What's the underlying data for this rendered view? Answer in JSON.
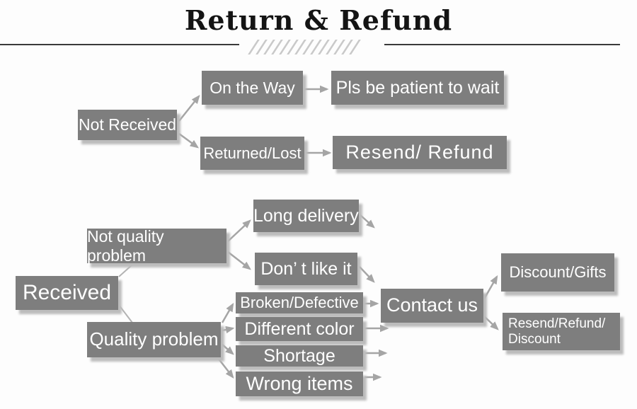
{
  "header": {
    "title": "Return & Refund"
  },
  "colors": {
    "node_background": "#7e7e7e",
    "node_text": "#ffffff",
    "title_text": "#141414",
    "rule_line": "#3a3a3a",
    "slash_decoration": "#c9c9c9",
    "arrow": "#a5a5a5",
    "page_background": "#fdfdfd"
  },
  "nodes": {
    "not_received": {
      "label": "Not Received"
    },
    "on_the_way": {
      "label": "On the Way"
    },
    "pls_be_patient": {
      "label": "Pls be patient to wait"
    },
    "returned_lost": {
      "label": "Returned/Lost"
    },
    "resend_refund": {
      "label": "Resend/ Refund"
    },
    "received": {
      "label": "Received"
    },
    "not_quality_problem": {
      "label": "Not quality problem"
    },
    "quality_problem": {
      "label": "Quality problem"
    },
    "long_delivery": {
      "label": "Long delivery"
    },
    "dont_like_it": {
      "label": "Don’ t like it"
    },
    "broken_defective": {
      "label": "Broken/Defective"
    },
    "different_color": {
      "label": "Different color"
    },
    "shortage": {
      "label": "Shortage"
    },
    "wrong_items": {
      "label": "Wrong items"
    },
    "contact_us": {
      "label": "Contact us"
    },
    "discount_gifts": {
      "label": "Discount/Gifts"
    },
    "resend_refund_discount": {
      "label": "Resend/Refund/\nDiscount"
    }
  },
  "edges": [
    {
      "from": "not_received",
      "to": "on_the_way",
      "arrow": true
    },
    {
      "from": "not_received",
      "to": "returned_lost",
      "arrow": true
    },
    {
      "from": "on_the_way",
      "to": "pls_be_patient",
      "arrow": true
    },
    {
      "from": "returned_lost",
      "to": "resend_refund",
      "arrow": true
    },
    {
      "from": "received",
      "to": "not_quality_problem",
      "arrow": false
    },
    {
      "from": "received",
      "to": "quality_problem",
      "arrow": false
    },
    {
      "from": "not_quality_problem",
      "to": "long_delivery",
      "arrow": true
    },
    {
      "from": "not_quality_problem",
      "to": "dont_like_it",
      "arrow": true
    },
    {
      "from": "long_delivery",
      "to": null,
      "arrow": true
    },
    {
      "from": "dont_like_it",
      "to": "contact_us",
      "arrow": true
    },
    {
      "from": "quality_problem",
      "to": "broken_defective",
      "arrow": true
    },
    {
      "from": "quality_problem",
      "to": "different_color",
      "arrow": true
    },
    {
      "from": "quality_problem",
      "to": "shortage",
      "arrow": true
    },
    {
      "from": "quality_problem",
      "to": "wrong_items",
      "arrow": true
    },
    {
      "from": "broken_defective",
      "to": "contact_us",
      "arrow": true
    },
    {
      "from": "different_color",
      "to": null,
      "arrow": true
    },
    {
      "from": "shortage",
      "to": null,
      "arrow": true
    },
    {
      "from": "wrong_items",
      "to": null,
      "arrow": true
    },
    {
      "from": "contact_us",
      "to": "discount_gifts",
      "arrow": true
    },
    {
      "from": "contact_us",
      "to": "resend_refund_discount",
      "arrow": true
    }
  ]
}
